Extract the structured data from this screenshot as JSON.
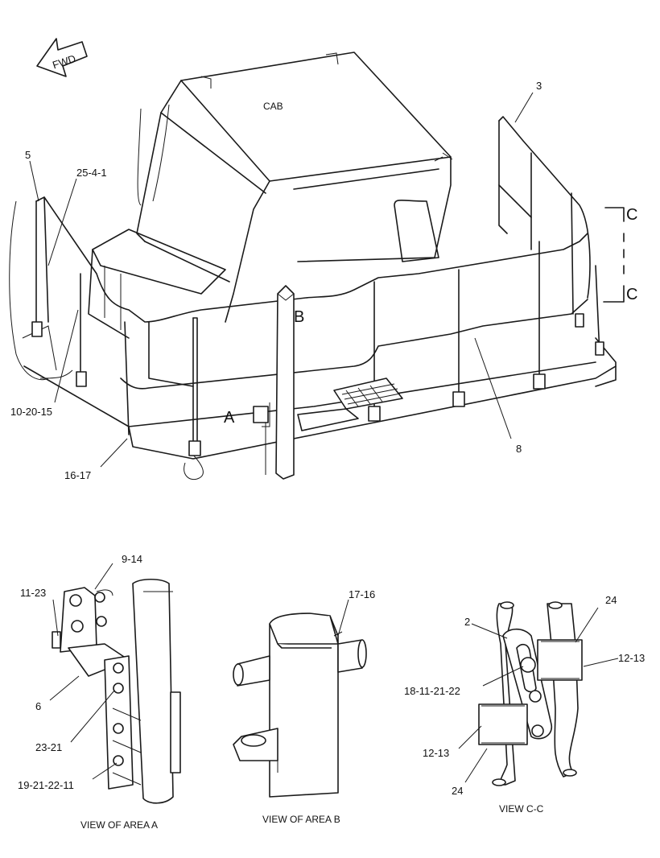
{
  "fwd_arrow": {
    "label": "FWD"
  },
  "main_view": {
    "cab_label": "CAB",
    "area_a_label": "A",
    "area_b_label": "B",
    "section_c_top": "C",
    "section_c_bottom": "C",
    "callouts": {
      "c3": "3",
      "c5": "5",
      "c25_4_1": "25-4-1",
      "c10_20_15": "10-20-15",
      "c16_17": "16-17",
      "c8": "8"
    }
  },
  "view_a": {
    "caption": "VIEW OF AREA  A",
    "callouts": {
      "c9_14": "9-14",
      "c11_23": "11-23",
      "c6": "6",
      "c23_21": "23-21",
      "c19_21_22_11": "19-21-22-11"
    }
  },
  "view_b": {
    "caption": "VIEW OF AREA B",
    "callouts": {
      "c17_16": "17-16"
    }
  },
  "view_cc": {
    "caption": "VIEW C-C",
    "callouts": {
      "c2": "2",
      "c24_top": "24",
      "c12_13_right": "12-13",
      "c18_11_21_22": "18-11-21-22",
      "c12_13_left": "12-13",
      "c24_bottom": "24"
    }
  }
}
